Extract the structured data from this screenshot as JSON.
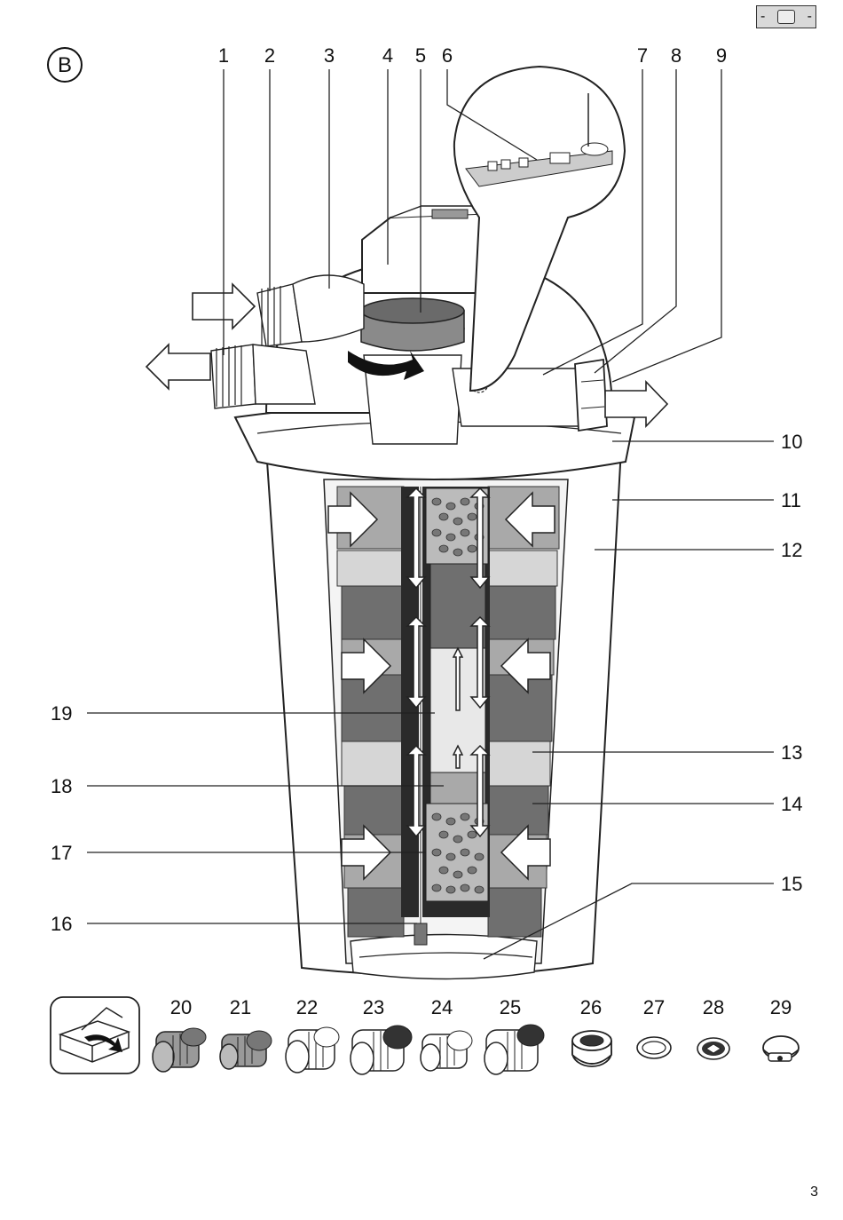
{
  "section_marker": "B",
  "page_number": "3",
  "corner_marker": {
    "left": "-",
    "right": "-"
  },
  "top_callouts": [
    "1",
    "2",
    "3",
    "4",
    "5",
    "6",
    "7",
    "8",
    "9"
  ],
  "right_callouts": [
    "10",
    "11",
    "12",
    "13",
    "14",
    "15"
  ],
  "left_callouts": [
    "19",
    "18",
    "17",
    "16"
  ],
  "accessory_callouts": [
    "20",
    "21",
    "22",
    "23",
    "24",
    "25",
    "26",
    "27",
    "28",
    "29"
  ]
}
